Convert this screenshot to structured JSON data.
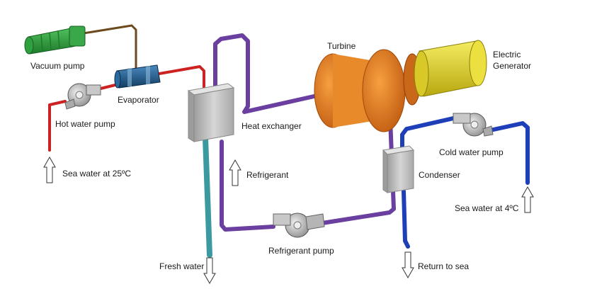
{
  "labels": {
    "vacuum_pump": "Vacuum pump",
    "evaporator": "Evaporator",
    "hot_water_pump": "Hot water pump",
    "sea_water_warm": "Sea water at 25ºC",
    "heat_exchanger": "Heat exchanger",
    "refrigerant": "Refrigerant",
    "fresh_water": "Fresh water",
    "refrigerant_pump": "Refrigerant pump",
    "turbine": "Turbine",
    "electric": "Electric",
    "generator": "Generator",
    "condenser": "Condenser",
    "cold_water_pump": "Cold water pump",
    "sea_water_cold": "Sea water at 4ºC",
    "return_to_sea": "Return to sea"
  },
  "colors": {
    "hot_pipe": "#cc2222",
    "refrigerant_pipe": "#6a3fa0",
    "cold_pipe": "#1f3fb8",
    "fresh_water_pipe": "#3a9aa0",
    "vacuum_line": "#6b4a1e",
    "vacuum_pump": "#2e9a3a",
    "evaporator": "#1f5a8a",
    "turbine": "#e07820",
    "generator": "#e0d020",
    "box_grey": "#bdbdbd"
  }
}
